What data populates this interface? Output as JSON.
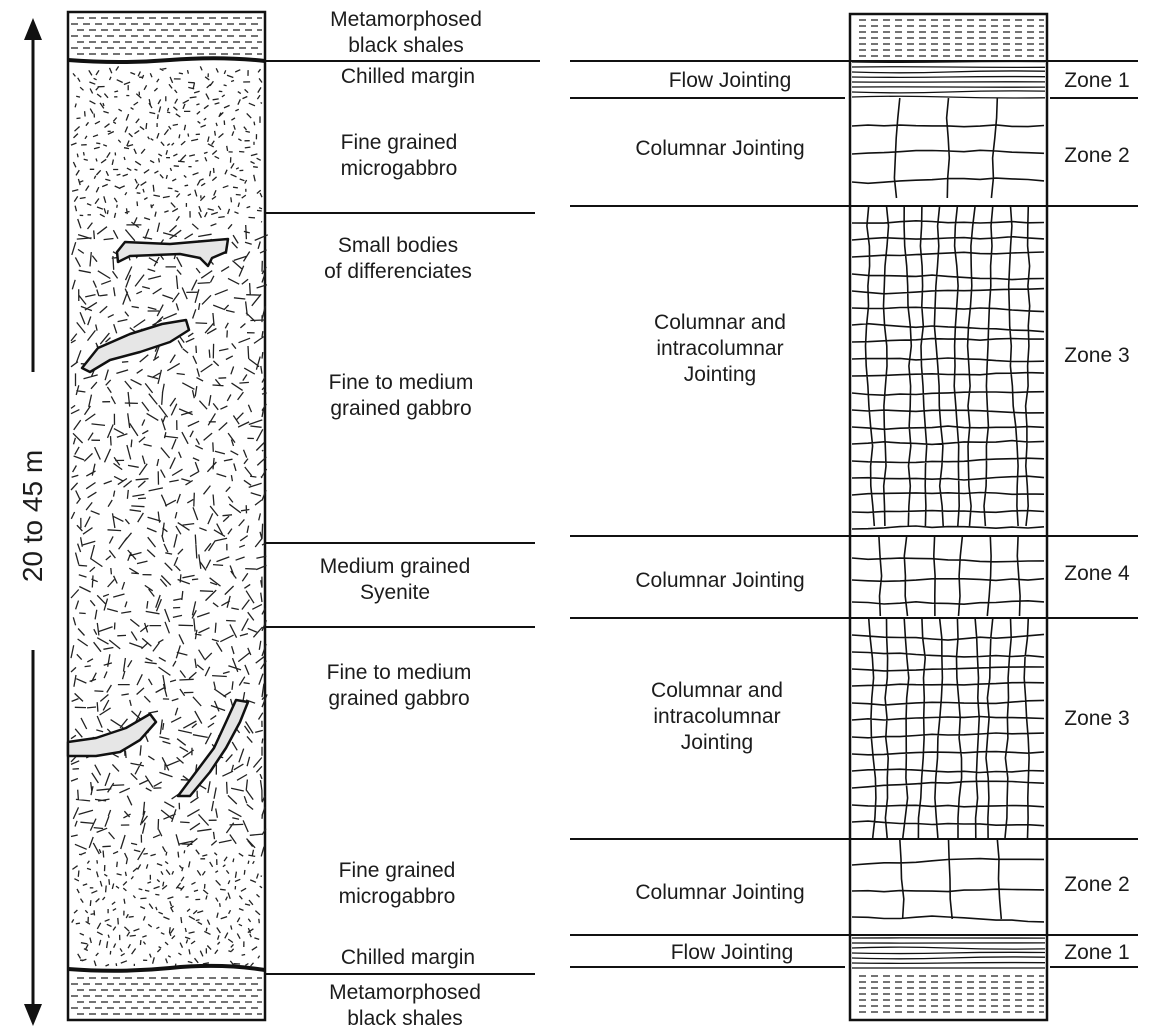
{
  "height_label": "20 to 45 m",
  "lithology": [
    {
      "id": "top-shales",
      "lines": [
        "Metamorphosed",
        "black shales"
      ]
    },
    {
      "id": "top-chilled",
      "lines": [
        "Chilled margin"
      ]
    },
    {
      "id": "top-microgabbro",
      "lines": [
        "Fine grained",
        "microgabbro"
      ]
    },
    {
      "id": "differenciates",
      "lines": [
        "Small bodies",
        "of differenciates"
      ]
    },
    {
      "id": "upper-gabbro",
      "lines": [
        "Fine to medium",
        "grained gabbro"
      ]
    },
    {
      "id": "syenite",
      "lines": [
        "Medium grained",
        "Syenite"
      ]
    },
    {
      "id": "lower-gabbro",
      "lines": [
        "Fine to medium",
        "grained gabbro"
      ]
    },
    {
      "id": "bottom-microgabbro",
      "lines": [
        "Fine grained",
        "microgabbro"
      ]
    },
    {
      "id": "bottom-chilled",
      "lines": [
        "Chilled margin"
      ]
    },
    {
      "id": "bottom-shales",
      "lines": [
        "Metamorphosed",
        "black shales"
      ]
    }
  ],
  "jointing": [
    {
      "id": "flow-top",
      "lines": [
        "Flow Jointing"
      ]
    },
    {
      "id": "columnar-upper",
      "lines": [
        "Columnar Jointing"
      ]
    },
    {
      "id": "intra-upper",
      "lines": [
        "Columnar and",
        "intracolumnar",
        "Jointing"
      ]
    },
    {
      "id": "columnar-middle",
      "lines": [
        "Columnar Jointing"
      ]
    },
    {
      "id": "intra-lower",
      "lines": [
        "Columnar and",
        "intracolumnar",
        "Jointing"
      ]
    },
    {
      "id": "columnar-lower",
      "lines": [
        "Columnar Jointing"
      ]
    },
    {
      "id": "flow-bottom",
      "lines": [
        "Flow Jointing"
      ]
    }
  ],
  "zones": [
    {
      "id": "zone-1-top",
      "label": "Zone 1"
    },
    {
      "id": "zone-2-upper",
      "label": "Zone 2"
    },
    {
      "id": "zone-3-upper",
      "label": "Zone 3"
    },
    {
      "id": "zone-4",
      "label": "Zone 4"
    },
    {
      "id": "zone-3-lower",
      "label": "Zone 3"
    },
    {
      "id": "zone-2-lower",
      "label": "Zone 2"
    },
    {
      "id": "zone-1-bottom",
      "label": "Zone 1"
    }
  ]
}
